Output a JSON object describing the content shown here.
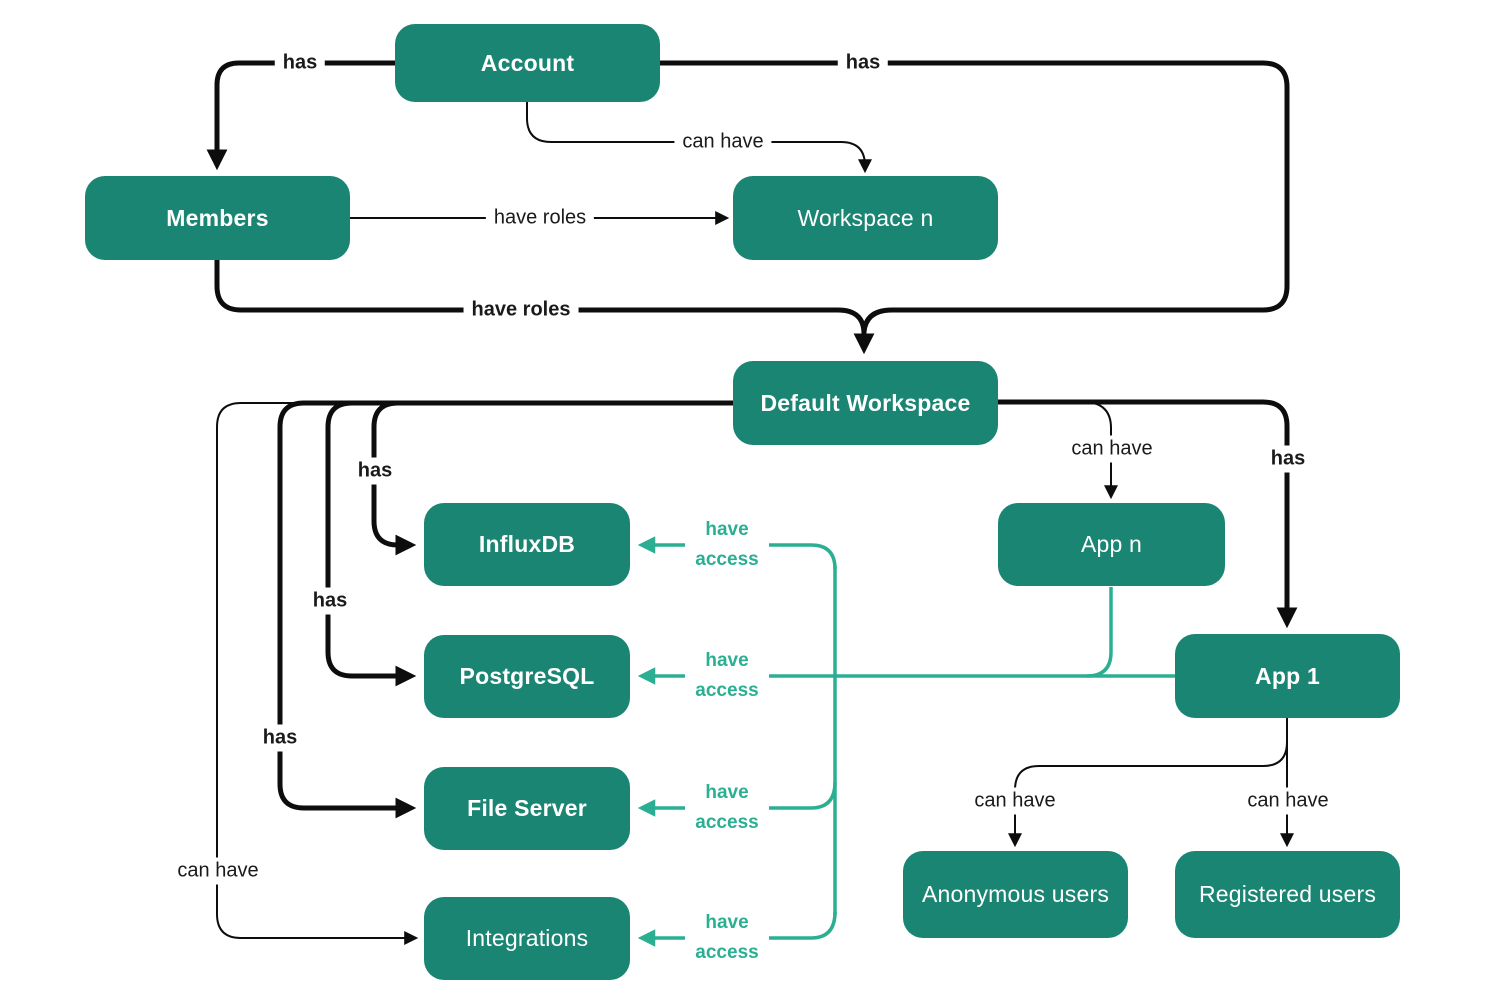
{
  "diagram": {
    "colors": {
      "node_fill": "#1B8573",
      "accent_teal": "#2BAF93",
      "line_black": "#0D0D0D",
      "node_text": "#FFFFFF",
      "label_text": "#1A1A1A",
      "background": "#FFFFFF"
    },
    "nodes": {
      "account": {
        "label": "Account"
      },
      "members": {
        "label": "Members"
      },
      "workspace_n": {
        "label": "Workspace n"
      },
      "default_workspace": {
        "label": "Default Workspace"
      },
      "influxdb": {
        "label": "InfluxDB"
      },
      "postgresql": {
        "label": "PostgreSQL"
      },
      "file_server": {
        "label": "File Server"
      },
      "integrations": {
        "label": "Integrations"
      },
      "app_n": {
        "label": "App n"
      },
      "app_1": {
        "label": "App 1"
      },
      "anonymous_users": {
        "label": "Anonymous users"
      },
      "registered_users": {
        "label": "Registered users"
      }
    },
    "edges": [
      {
        "from": "account",
        "to": "members",
        "label": "has",
        "line": "bold-black"
      },
      {
        "from": "account",
        "to": "default_workspace",
        "label": "has",
        "line": "bold-black"
      },
      {
        "from": "account",
        "to": "workspace_n",
        "label": "can have",
        "line": "thin-black"
      },
      {
        "from": "members",
        "to": "workspace_n",
        "label": "have roles",
        "line": "thin-black"
      },
      {
        "from": "members",
        "to": "default_workspace",
        "label": "have roles",
        "line": "bold-black"
      },
      {
        "from": "default_workspace",
        "to": "influxdb",
        "label": "has",
        "line": "bold-black"
      },
      {
        "from": "default_workspace",
        "to": "postgresql",
        "label": "has",
        "line": "bold-black"
      },
      {
        "from": "default_workspace",
        "to": "file_server",
        "label": "has",
        "line": "bold-black"
      },
      {
        "from": "default_workspace",
        "to": "integrations",
        "label": "can have",
        "line": "thin-black"
      },
      {
        "from": "default_workspace",
        "to": "app_n",
        "label": "can have",
        "line": "thin-black"
      },
      {
        "from": "default_workspace",
        "to": "app_1",
        "label": "has",
        "line": "bold-black"
      },
      {
        "from": "app_1",
        "to": "anonymous_users",
        "label": "can have",
        "line": "thin-black"
      },
      {
        "from": "app_1",
        "to": "registered_users",
        "label": "can have",
        "line": "thin-black"
      },
      {
        "from": "apps",
        "to": "influxdb",
        "label": "have access",
        "line": "teal"
      },
      {
        "from": "apps",
        "to": "postgresql",
        "label": "have access",
        "line": "teal"
      },
      {
        "from": "apps",
        "to": "file_server",
        "label": "have access",
        "line": "teal"
      },
      {
        "from": "apps",
        "to": "integrations",
        "label": "have access",
        "line": "teal"
      }
    ]
  }
}
